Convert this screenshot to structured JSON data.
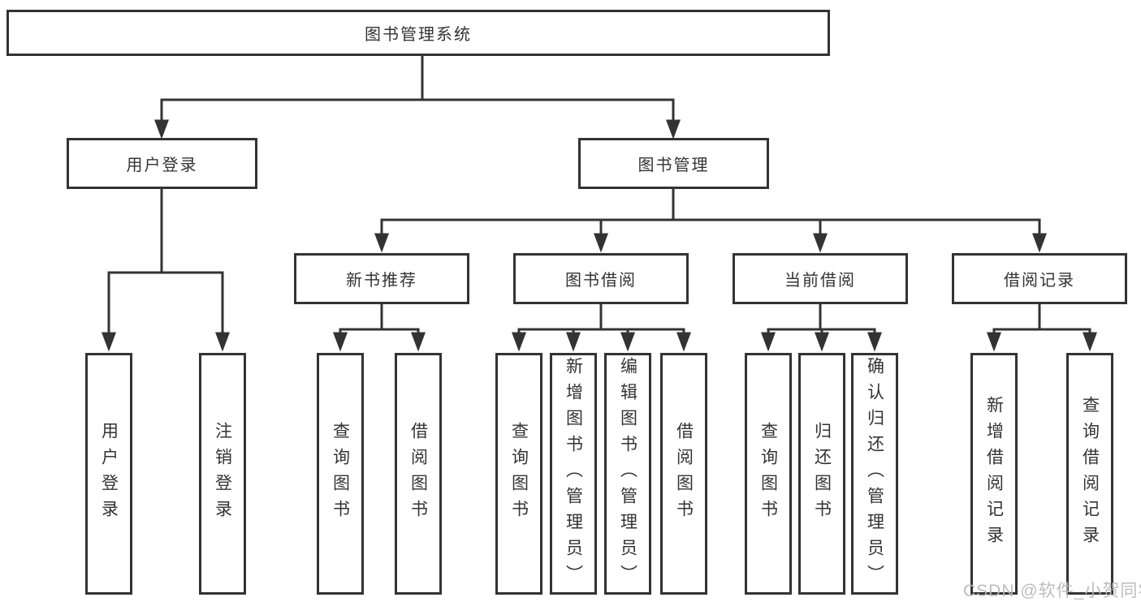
{
  "diagram": {
    "root": {
      "label": "图书管理系统"
    },
    "branches": [
      {
        "label": "用户登录",
        "children": [
          "用户登录",
          "注销登录"
        ]
      },
      {
        "label": "图书管理",
        "children": [
          {
            "label": "新书推荐",
            "children": [
              "查询图书",
              "借阅图书"
            ]
          },
          {
            "label": "图书借阅",
            "children": [
              "查询图书",
              "新增图书（管理员）",
              "编辑图书（管理员）",
              "借阅图书"
            ]
          },
          {
            "label": "当前借阅",
            "children": [
              "查询图书",
              "归还图书",
              "确认归还（管理员）"
            ]
          },
          {
            "label": "借阅记录",
            "children": [
              "新增借阅记录",
              "查询借阅记录"
            ]
          }
        ]
      }
    ]
  },
  "watermark": {
    "text": "CSDN @软件_小贺同学"
  },
  "colors": {
    "line": "#333333",
    "text": "#333333",
    "watermark": "#b8b8b8",
    "background": "#ffffff"
  }
}
